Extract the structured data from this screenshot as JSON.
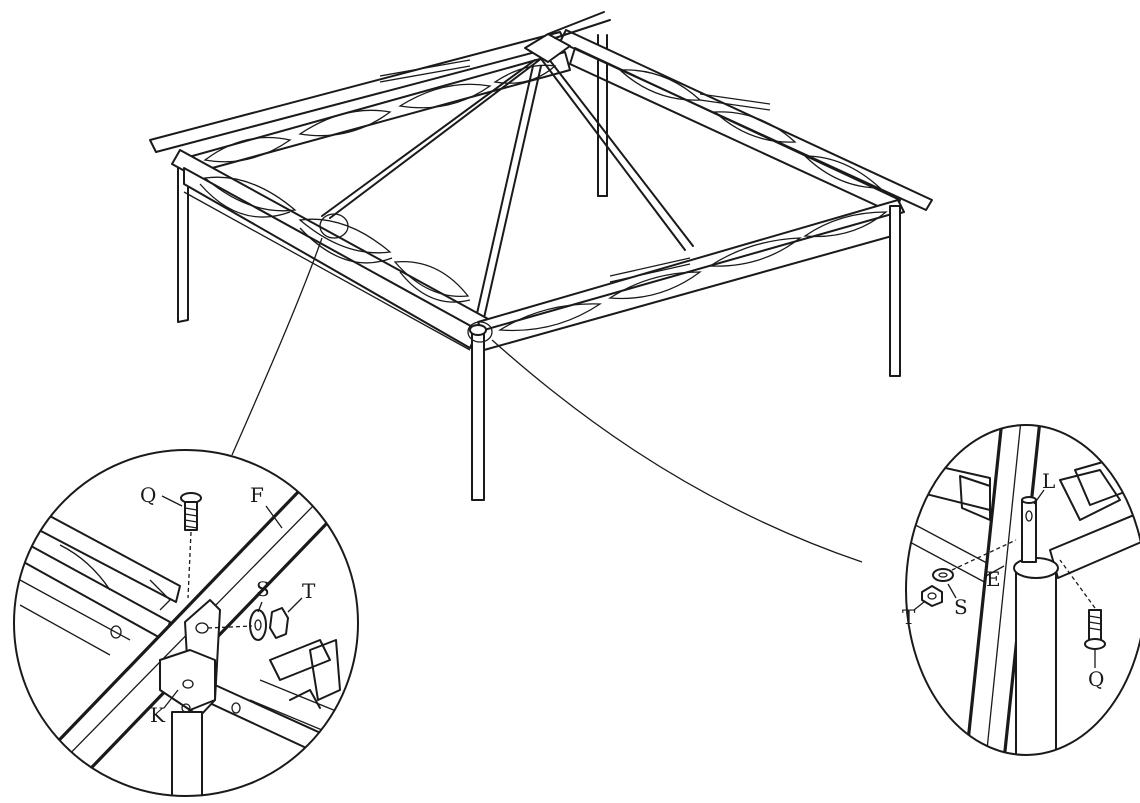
{
  "diagram": {
    "left_detail": {
      "labels": {
        "bolt": "Q",
        "beam": "F",
        "washer": "S",
        "nut": "T",
        "bracket": "K"
      }
    },
    "right_detail": {
      "labels": {
        "pin": "L",
        "pole": "E",
        "washer": "S",
        "nut": "T",
        "bolt": "Q"
      }
    }
  }
}
